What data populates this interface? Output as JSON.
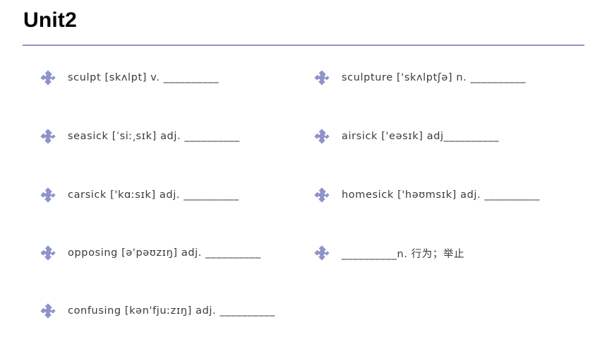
{
  "title": "Unit2",
  "accent_color": "#8f93c8",
  "icon_name": "puzzle-piece-icon",
  "items": [
    {
      "text": "sculpt [skʌlpt] v. __________"
    },
    {
      "text": "sculpture ['skʌlptʃə] n. __________"
    },
    {
      "text": "seasick [ˈsiː͵sɪk] adj. __________"
    },
    {
      "text": "airsick ['eəsɪk] adj__________"
    },
    {
      "text": "carsick ['kɑːsɪk] adj. __________"
    },
    {
      "text": "homesick ['həʊmsɪk] adj. __________"
    },
    {
      "text": "opposing [ə'pəʊzɪŋ] adj. __________"
    },
    {
      "text": "__________n. 行为；举止"
    },
    {
      "text": "confusing [kən'fjuːzɪŋ] adj. __________"
    }
  ]
}
